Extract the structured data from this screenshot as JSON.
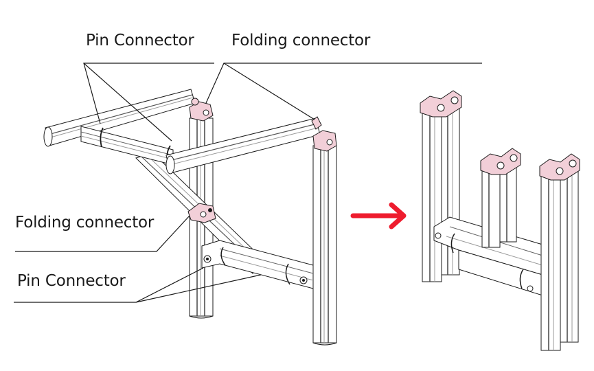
{
  "diagram": {
    "labels": {
      "top_pin": "Pin Connector",
      "top_folding": "Folding connector",
      "mid_folding": "Folding connector",
      "bottom_pin": "Pin Connector"
    },
    "arrow": {
      "meaning": "folds-into",
      "color": "#ee1c2e"
    },
    "colors": {
      "connector_fill": "#f2cfd8",
      "line": "#1a1a1a",
      "pipe_fill": "#ffffff",
      "pipe_shade": "#9a9a9a"
    },
    "states": [
      "unfolded-frame",
      "folded-frame"
    ]
  }
}
